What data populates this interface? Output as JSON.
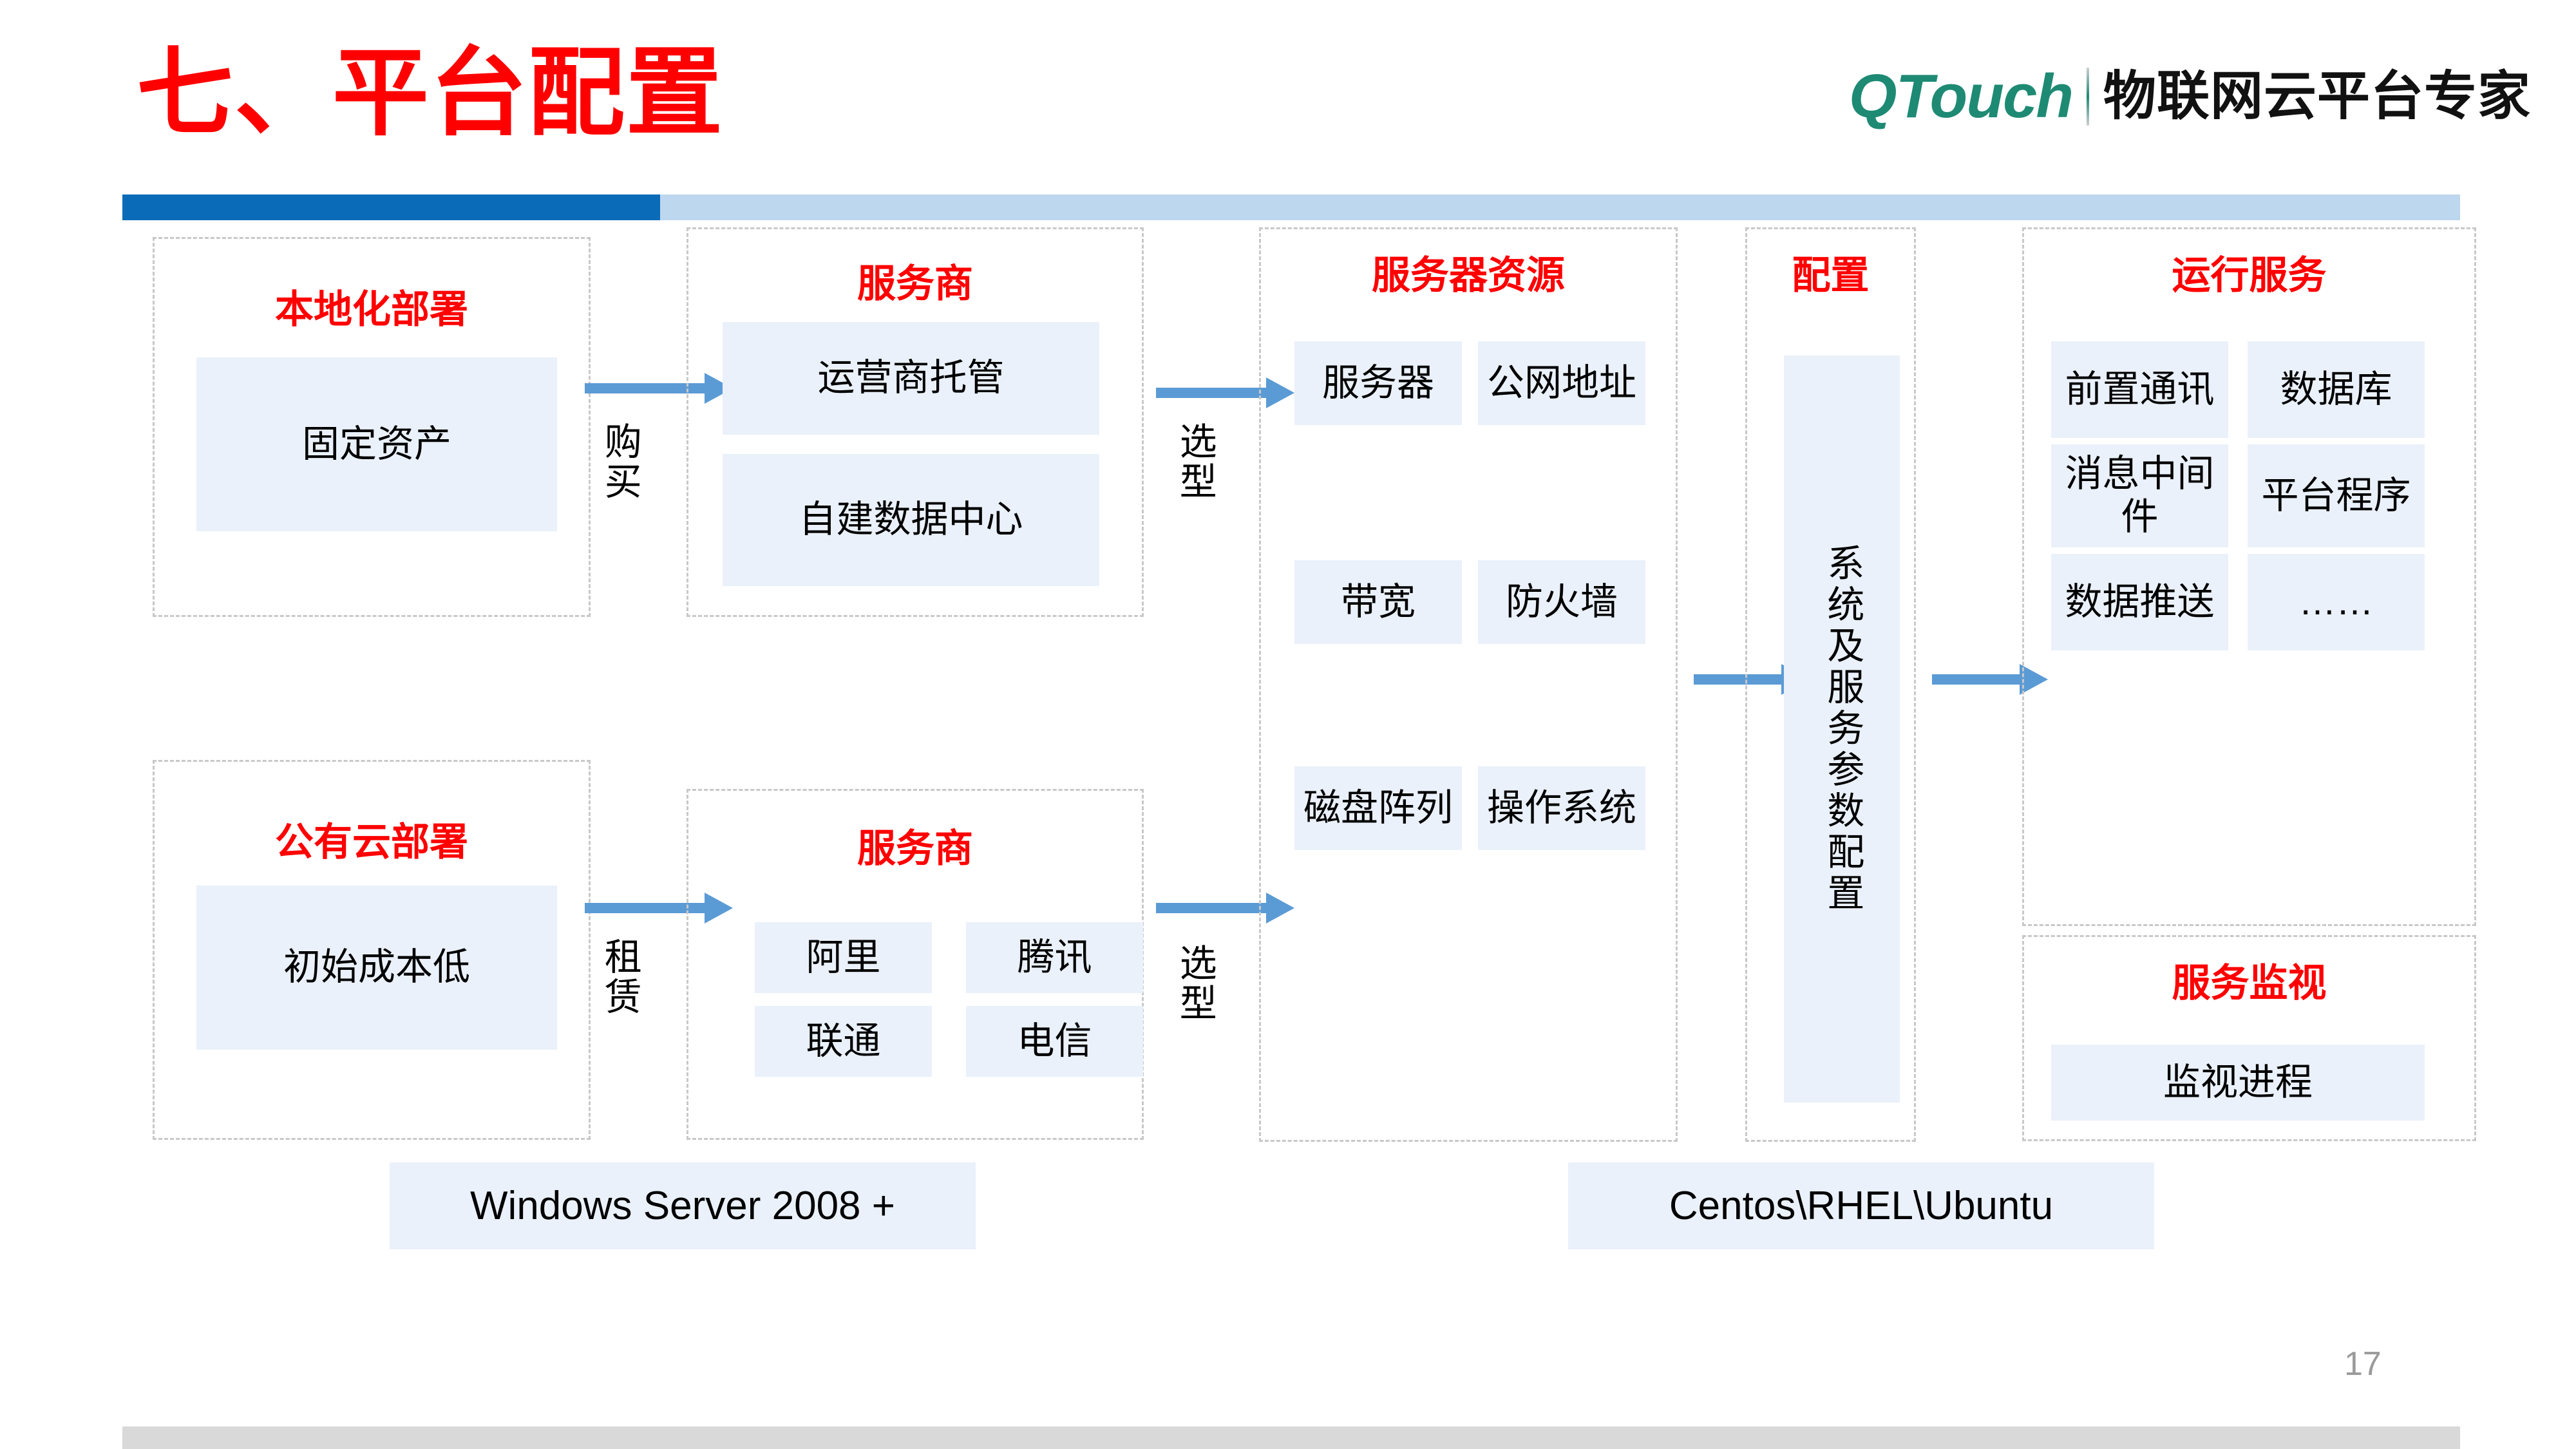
{
  "header": {
    "title": "七、平台配置",
    "logo_mark": "QTouch",
    "logo_slogan": "物联网云平台专家"
  },
  "footer": {
    "slide_number": "17"
  },
  "groups": {
    "local_deploy": {
      "title": "本地化部署",
      "items": [
        "固定资产"
      ]
    },
    "provider_local": {
      "title": "服务商",
      "items": [
        "运营商托管",
        "自建数据中心"
      ]
    },
    "public_cloud": {
      "title": "公有云部署",
      "items": [
        "初始成本低"
      ]
    },
    "provider_cloud": {
      "title": "服务商",
      "items": [
        "阿里",
        "腾讯",
        "联通",
        "电信"
      ]
    },
    "server_resource": {
      "title": "服务器资源",
      "items": [
        "服务器",
        "公网地址",
        "带宽",
        "防火墙",
        "磁盘阵列",
        "操作系统"
      ]
    },
    "config": {
      "title": "配置",
      "items": [
        "系统及服务参数配置"
      ]
    },
    "runtime_service": {
      "title": "运行服务",
      "items": [
        "前置通讯",
        "数据库",
        "消息中间件",
        "平台程序",
        "数据推送",
        "……"
      ]
    },
    "service_monitor": {
      "title": "服务监视",
      "items": [
        "监视进程"
      ]
    }
  },
  "connectors": {
    "purchase": "购买",
    "lease": "租赁",
    "select_top": "选型",
    "select_bottom": "选型"
  },
  "captions": {
    "windows": "Windows Server 2008 +",
    "linux": "Centos\\RHEL\\Ubuntu"
  },
  "colors": {
    "title_red": "#ff0000",
    "bar_dark_blue": "#0a6cb8",
    "bar_light_blue": "#bdd7ee",
    "chip_fill": "#eaf1fa",
    "arrow_blue": "#5b9bd5",
    "logo_green": "#1e8a74",
    "footer_gray": "#d9d9d9"
  }
}
